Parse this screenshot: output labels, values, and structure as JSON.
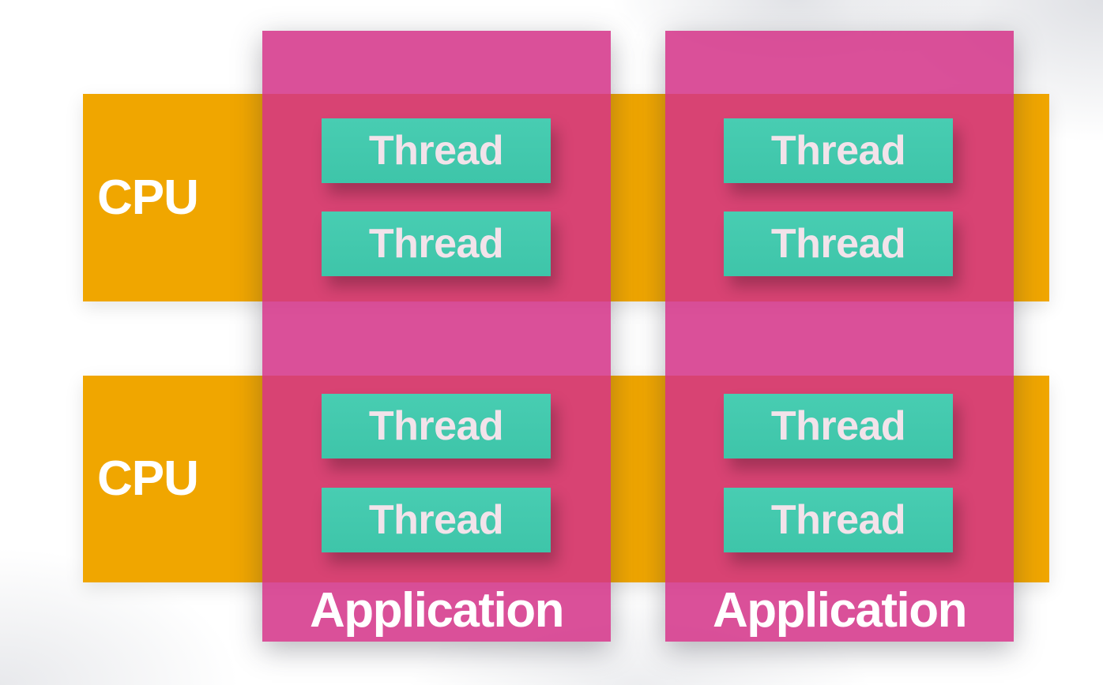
{
  "colors": {
    "background": "#FFFFFF",
    "cpu_bar": "#F0A600",
    "application_overlay": "rgba(211,49,135,0.85)",
    "application_over_white": "#D9559E",
    "application_over_cpu": "#D84970",
    "thread_box_top": "#48CDB2",
    "thread_box_bottom": "#3EC5A9",
    "thread_text": "#F2E3EA",
    "label_text": "#FFFFFF"
  },
  "cpu_bars": [
    {
      "label": "CPU"
    },
    {
      "label": "CPU"
    }
  ],
  "applications": [
    {
      "label": "Application",
      "threads": [
        {
          "label": "Thread"
        },
        {
          "label": "Thread"
        },
        {
          "label": "Thread"
        },
        {
          "label": "Thread"
        }
      ]
    },
    {
      "label": "Application",
      "threads": [
        {
          "label": "Thread"
        },
        {
          "label": "Thread"
        },
        {
          "label": "Thread"
        },
        {
          "label": "Thread"
        }
      ]
    }
  ]
}
